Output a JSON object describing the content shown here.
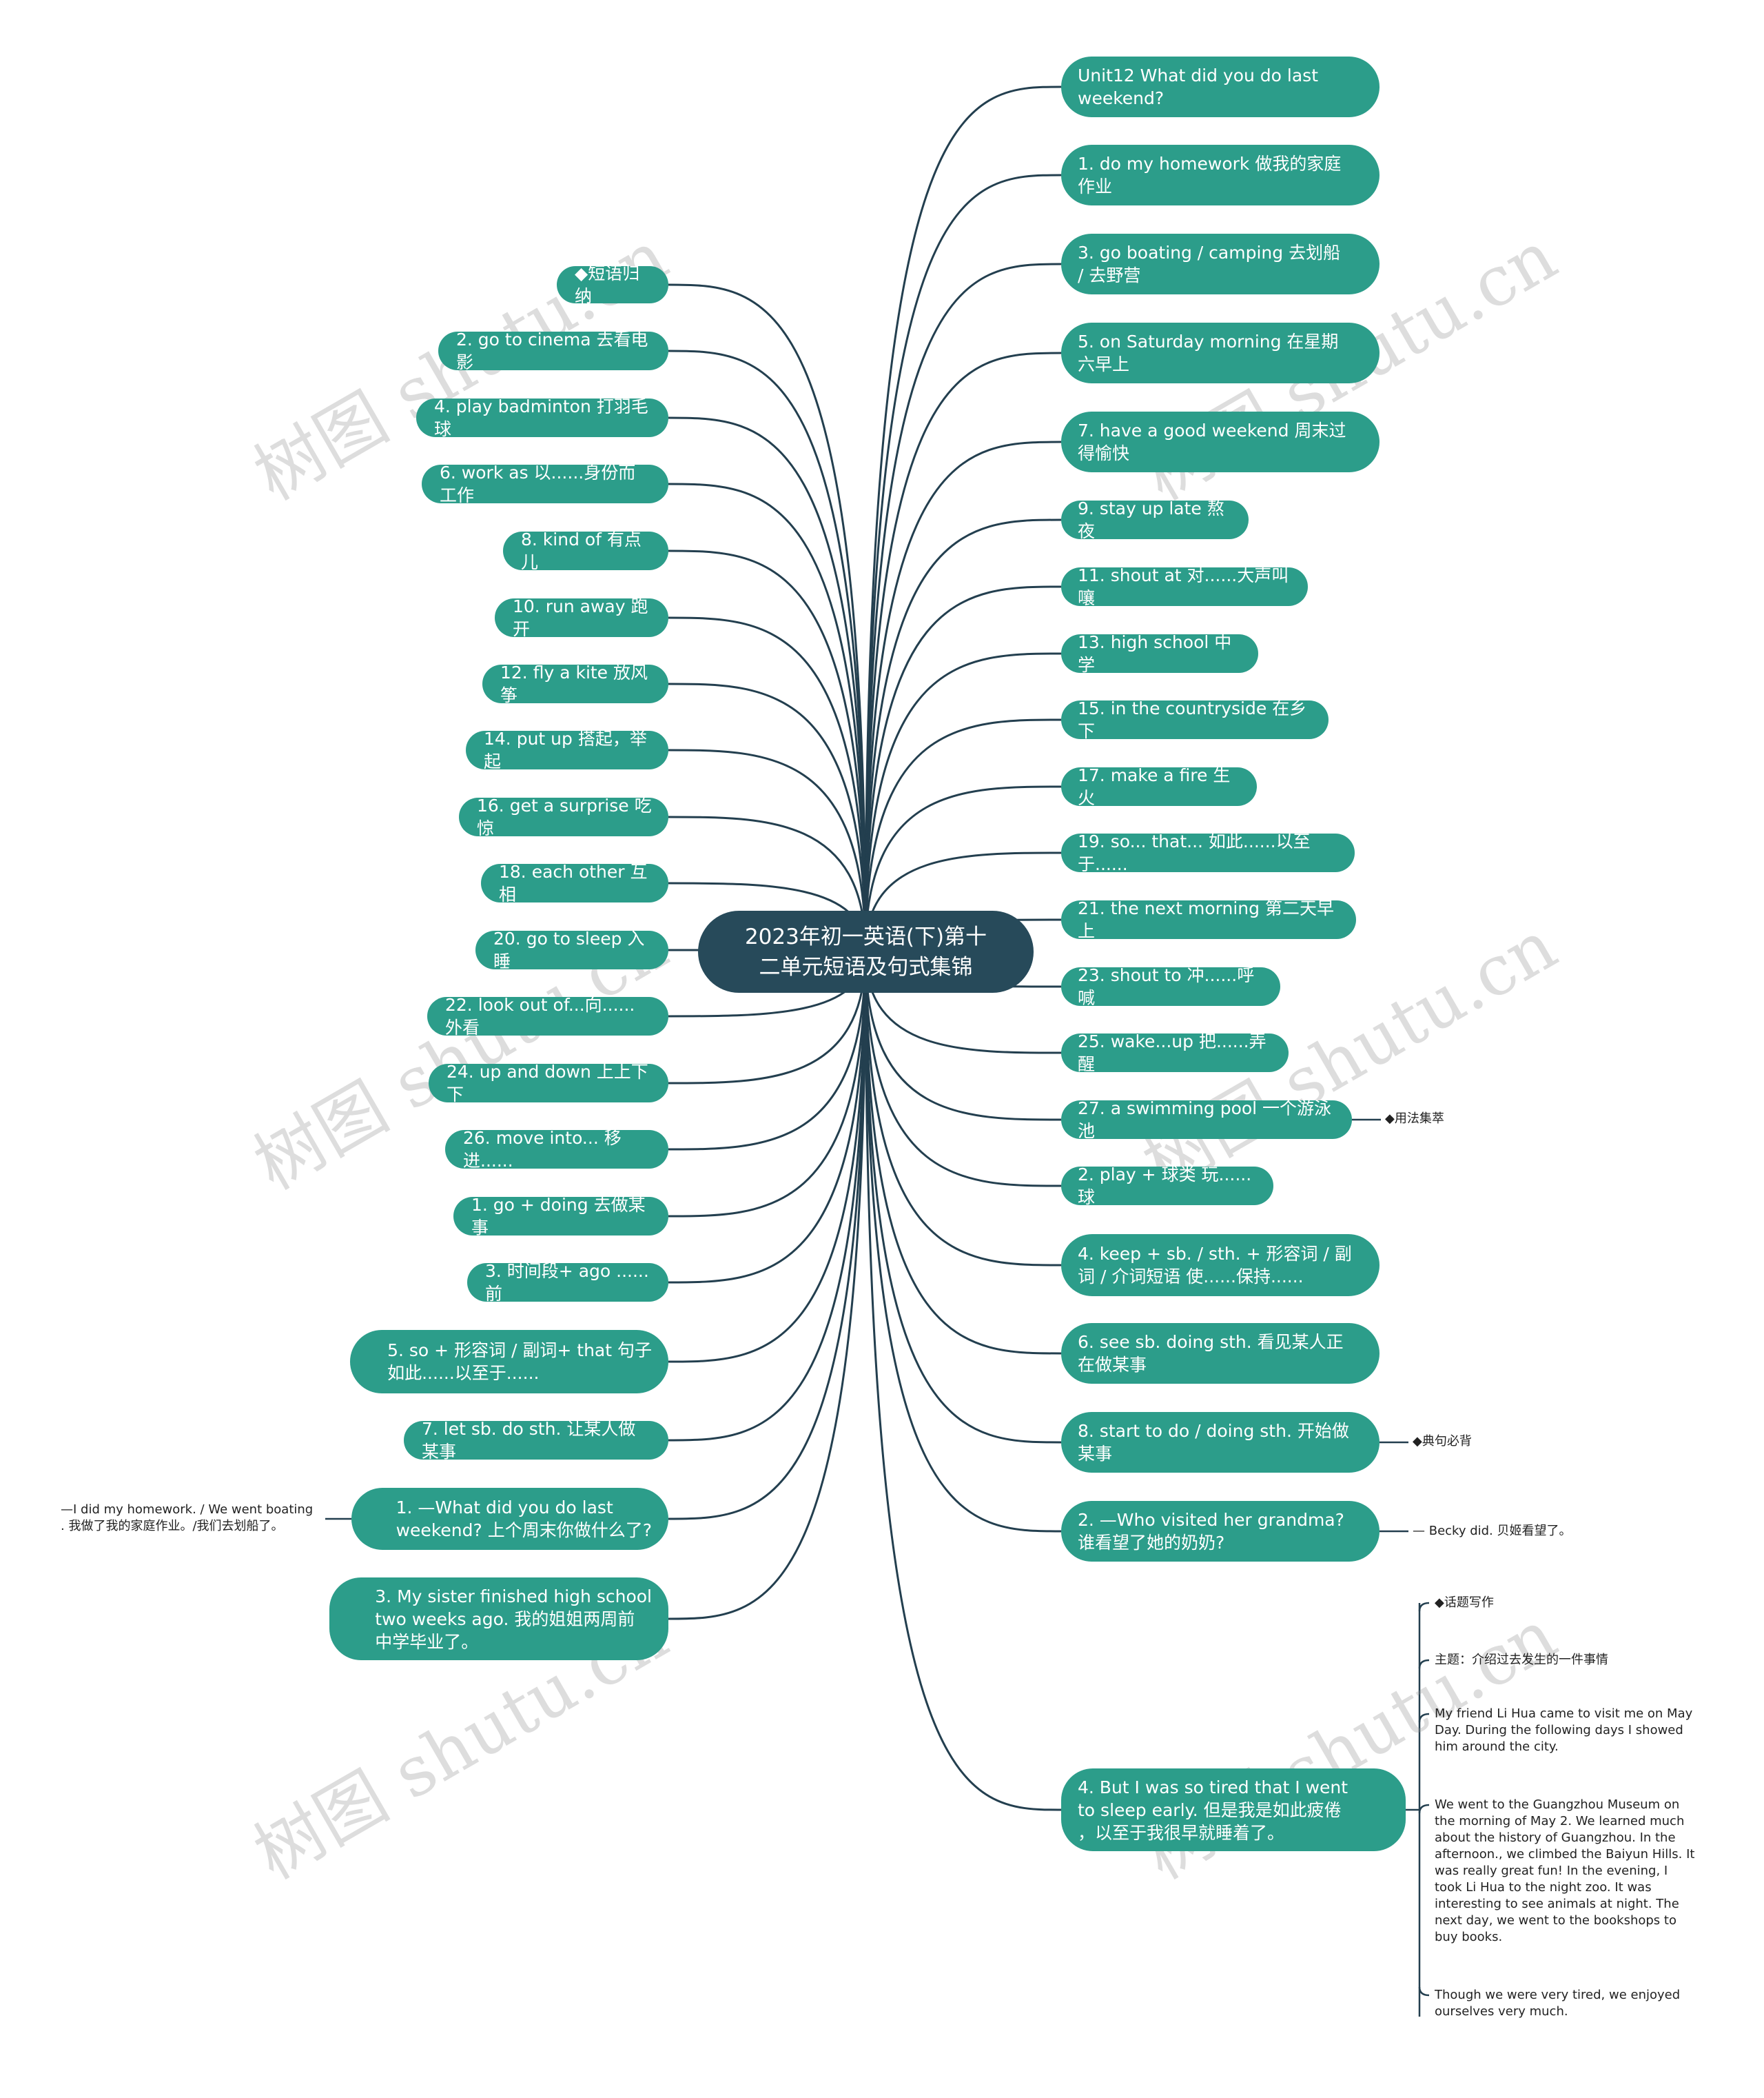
{
  "center": "2023年初一英语(下)第十\n二单元短语及句式集锦",
  "left_nodes": [
    "◆短语归纳",
    "2. go to cinema 去看电影",
    "4. play badminton 打羽毛球",
    "6. work as 以......身份而工作",
    "8. kind of 有点儿",
    "10. run away 跑开",
    "12. fly a kite 放风筝",
    "14. put up 搭起，举起",
    "16. get a surprise 吃惊",
    "18. each other 互相",
    "20. go to sleep 入睡",
    "22. look out of...向......外看",
    "24. up and down 上上下下",
    "26. move into... 移进......",
    "1. go + doing 去做某事",
    "3. 时间段+ ago ......前",
    "5. so + 形容词 / 副词+ that 句子\n如此......以至于......",
    "7. let sb. do sth. 让某人做某事",
    "1. —What did you do last\nweekend? 上个周末你做什么了?",
    "3. My sister finished high school\n two weeks ago. 我的姐姐两周前\n中学毕业了。"
  ],
  "right_nodes": [
    "Unit12 What did you do last\nweekend?",
    "1. do my homework 做我的家庭\n作业",
    "3. go boating / camping 去划船\n/ 去野营",
    "5. on Saturday morning 在星期\n六早上",
    "7. have a good weekend 周末过\n得愉快",
    "9. stay up late 熬夜",
    "11. shout at 对......大声叫嚷",
    "13. high school 中学",
    "15. in the countryside 在乡下",
    "17. make a fire 生火",
    "19. so... that... 如此......以至于......",
    "21. the next morning 第二天早上",
    "23. shout to 冲......呼喊",
    "25. wake...up 把......弄醒",
    "27. a swimming pool 一个游泳池",
    "2. play + 球类 玩......球",
    "4. keep + sb. / sth. + 形容词 / 副\n词 / 介词短语 使......保持......",
    "6. see sb. doing sth. 看见某人正\n在做某事",
    "8. start to do / doing sth. 开始做\n某事",
    "2. —Who visited her grandma?\n谁看望了她的奶奶?",
    "4. But I was so tired that I went\nto sleep early. 但是我是如此疲倦\n，以至于我很早就睡着了。"
  ],
  "side_labels": {
    "usage": "◆用法集萃",
    "sentences": "◆典句必背",
    "answer_right": "— Becky did. 贝姬看望了。",
    "answer_left": "—I did my homework. / We went boating\n. 我做了我的家庭作业。/我们去划船了。"
  },
  "writing": {
    "heading": "◆话题写作",
    "topic": "主题：介绍过去发生的一件事情",
    "para1": "My friend Li Hua came to visit me on May\n Day. During the following days I showed\nhim around the city.",
    "para2": "We went to the Guangzhou Museum on\nthe morning of May 2. We learned much\nabout the history of Guangzhou. In the\nafternoon., we climbed the Baiyun Hills. It\n was really great fun! In the evening, I\ntook Li Hua to the night zoo. It was\ninteresting to see animals at night. The\nnext day, we went to the bookshops to\nbuy books.",
    "para3": "Though we were very tired, we enjoyed\nourselves very much."
  },
  "watermark": "树图 shutu.cn",
  "colors": {
    "node": "#2c9d8a",
    "center": "#274a5a",
    "line": "#233f4f"
  }
}
